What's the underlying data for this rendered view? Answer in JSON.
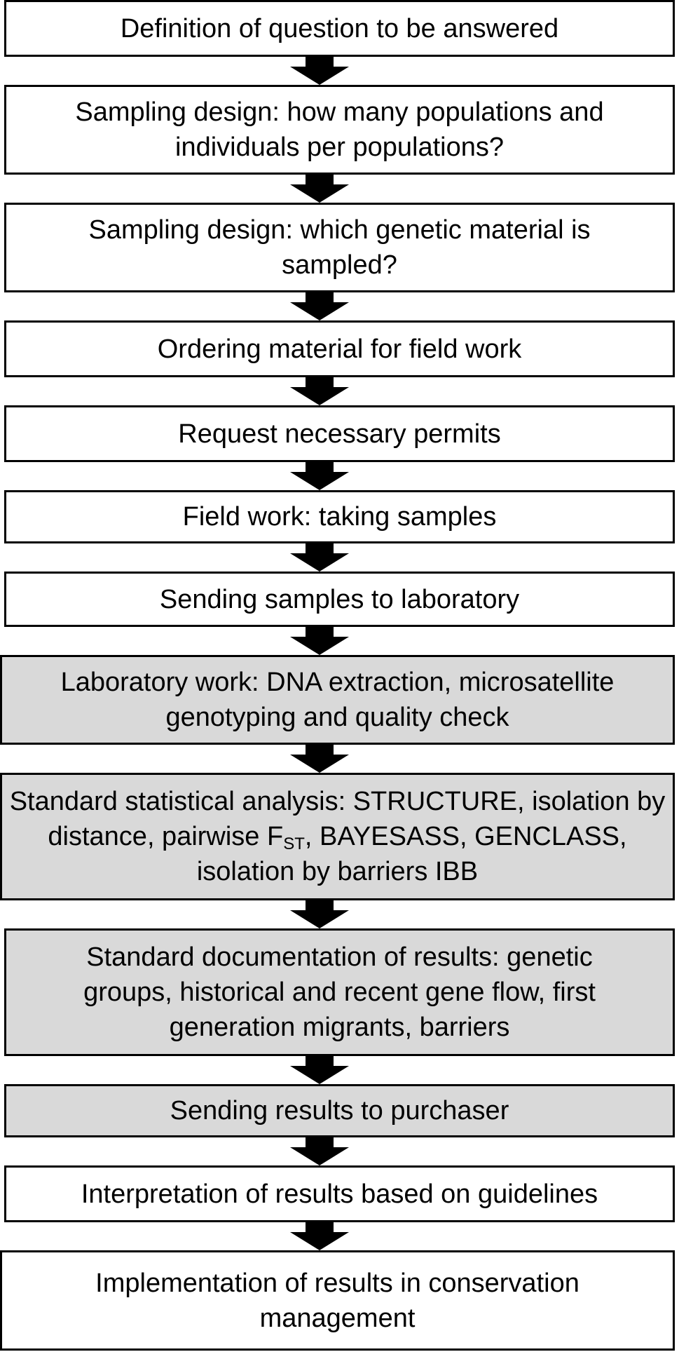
{
  "steps": [
    {
      "text": "Definition of question to be answered",
      "shaded": false
    },
    {
      "text": "Sampling design: how many populations and individuals per populations?",
      "shaded": false
    },
    {
      "text": "Sampling design: which genetic material is sampled?",
      "shaded": false
    },
    {
      "text": "Ordering material for field work",
      "shaded": false
    },
    {
      "text": "Request necessary permits",
      "shaded": false
    },
    {
      "text": "Field work: taking samples",
      "shaded": false
    },
    {
      "text": "Sending samples to laboratory",
      "shaded": false
    },
    {
      "text": "Laboratory work: DNA extraction, microsatellite genotyping and quality check",
      "shaded": true
    },
    {
      "text_before": "Standard statistical analysis: STRUCTURE, isolation by distance, pairwise F",
      "text_sub": "ST",
      "text_after": ", BAYESASS, GENCLASS, isolation by barriers IBB",
      "shaded": true
    },
    {
      "text": "Standard documentation of results: genetic groups, historical and recent gene flow, first generation migrants, barriers",
      "shaded": true
    },
    {
      "text": "Sending results to purchaser",
      "shaded": true
    },
    {
      "text": "Interpretation of results based on guidelines",
      "shaded": false
    },
    {
      "text": "Implementation of results in conservation management",
      "shaded": false
    }
  ],
  "colors": {
    "box_fill": "#ffffff",
    "box_fill_shaded": "#d9d9d9",
    "border": "#000000",
    "arrow": "#000000"
  },
  "icons": {
    "connector": "down-arrow-icon"
  }
}
